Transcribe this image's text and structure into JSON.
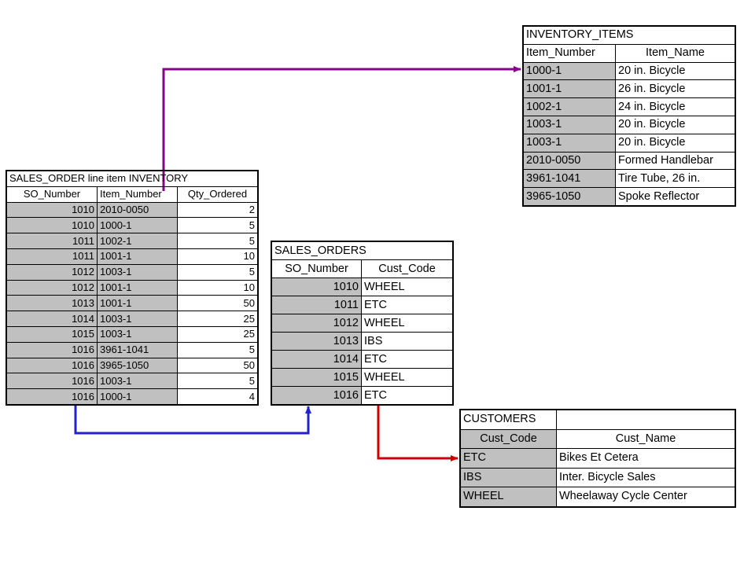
{
  "colors": {
    "arrow_inventory": "#8b008b",
    "arrow_sales_orders": "#2222cc",
    "arrow_customers": "#cc0000",
    "key_shade": "#c0c0c0"
  },
  "sales_order_line_items": {
    "title": "SALES_ORDER line item INVENTORY",
    "headers": [
      "SO_Number",
      "Item_Number",
      "Qty_Ordered"
    ],
    "rows": [
      [
        "1010",
        "2010-0050",
        "2"
      ],
      [
        "1010",
        "1000-1",
        "5"
      ],
      [
        "1011",
        "1002-1",
        "5"
      ],
      [
        "1011",
        "1001-1",
        "10"
      ],
      [
        "1012",
        "1003-1",
        "5"
      ],
      [
        "1012",
        "1001-1",
        "10"
      ],
      [
        "1013",
        "1001-1",
        "50"
      ],
      [
        "1014",
        "1003-1",
        "25"
      ],
      [
        "1015",
        "1003-1",
        "25"
      ],
      [
        "1016",
        "3961-1041",
        "5"
      ],
      [
        "1016",
        "3965-1050",
        "50"
      ],
      [
        "1016",
        "1003-1",
        "5"
      ],
      [
        "1016",
        "1000-1",
        "4"
      ]
    ]
  },
  "sales_orders": {
    "title": "SALES_ORDERS",
    "headers": [
      "SO_Number",
      "Cust_Code"
    ],
    "rows": [
      [
        "1010",
        "WHEEL"
      ],
      [
        "1011",
        "ETC"
      ],
      [
        "1012",
        "WHEEL"
      ],
      [
        "1013",
        "IBS"
      ],
      [
        "1014",
        "ETC"
      ],
      [
        "1015",
        "WHEEL"
      ],
      [
        "1016",
        "ETC"
      ]
    ]
  },
  "inventory_items": {
    "title": "INVENTORY_ITEMS",
    "headers": [
      "Item_Number",
      "Item_Name"
    ],
    "rows": [
      [
        "1000-1",
        "20 in. Bicycle"
      ],
      [
        "1001-1",
        "26 in. Bicycle"
      ],
      [
        "1002-1",
        "24 in. Bicycle"
      ],
      [
        "1003-1",
        "20 in. Bicycle"
      ],
      [
        "1003-1",
        "20 in. Bicycle"
      ],
      [
        "2010-0050",
        "Formed Handlebar"
      ],
      [
        "3961-1041",
        "Tire Tube, 26 in."
      ],
      [
        "3965-1050",
        "Spoke Reflector"
      ]
    ]
  },
  "customers": {
    "title": "CUSTOMERS",
    "headers": [
      "Cust_Code",
      "Cust_Name"
    ],
    "rows": [
      [
        "ETC",
        "Bikes Et Cetera"
      ],
      [
        "IBS",
        "Inter. Bicycle Sales"
      ],
      [
        "WHEEL",
        "Wheelaway Cycle Center"
      ]
    ]
  }
}
